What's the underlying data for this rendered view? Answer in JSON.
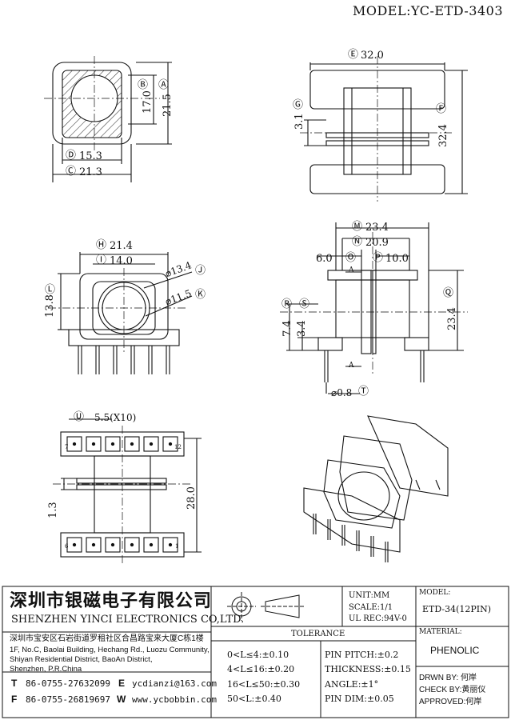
{
  "header": {
    "model_label": "MODEL:YC-ETD-3403"
  },
  "views": {
    "top_left": {
      "dims": [
        {
          "tag": "B",
          "value": "17.0"
        },
        {
          "tag": "A",
          "value": "21.5"
        },
        {
          "tag": "D",
          "value": "15.3"
        },
        {
          "tag": "C",
          "value": "21.3"
        }
      ]
    },
    "top_right": {
      "dims": [
        {
          "tag": "E",
          "value": "32.0"
        },
        {
          "tag": "G",
          "value": "3.1"
        },
        {
          "tag": "F",
          "value": "32.4"
        }
      ]
    },
    "mid_left": {
      "dims": [
        {
          "tag": "H",
          "value": "21.4"
        },
        {
          "tag": "I",
          "value": "14.0"
        },
        {
          "tag": "J",
          "value": "⌀13.4"
        },
        {
          "tag": "K",
          "value": "⌀11.5"
        },
        {
          "tag": "L",
          "value": "13.8"
        }
      ]
    },
    "mid_right": {
      "dims": [
        {
          "tag": "M",
          "value": "23.4"
        },
        {
          "tag": "N",
          "value": "20.9"
        },
        {
          "tag": "O",
          "value": "6.0"
        },
        {
          "tag": "P",
          "value": "10.0"
        },
        {
          "tag": "R",
          "value": "7.4"
        },
        {
          "tag": "S",
          "value": "3.4"
        },
        {
          "tag": "Q",
          "value": "23.4"
        },
        {
          "tag": "T",
          "value": "⌀0.8"
        }
      ],
      "section_mark": "A"
    },
    "bottom_left": {
      "pitch": {
        "tag": "U",
        "value": "5.5(X10)"
      },
      "dims": [
        {
          "value": "28.0"
        },
        {
          "value": "1.3"
        }
      ],
      "pin_numbers": [
        "7",
        "12",
        "6",
        "1"
      ]
    }
  },
  "title_block": {
    "company_cn": "深圳市银磁电子有限公司",
    "company_en": "SHENZHEN YINCI ELECTRONICS CO,LTD.",
    "address_cn": "深圳市宝安区石岩街道罗租社区合昌路宝来大厦C栋1楼",
    "address_en": [
      "1F, No.C, Baolai Building, Hechang Rd., Luozu Community,",
      "Shiyan Residential District, BaoAn District,",
      "Shenzhen, P.R.China"
    ],
    "contacts": [
      {
        "key": "T",
        "value": "86-0755-27632099"
      },
      {
        "key": "E",
        "value": "ycdianzi@163.com"
      },
      {
        "key": "F",
        "value": "86-0755-26819697"
      },
      {
        "key": "W",
        "value": "www.ycbobbin.com"
      }
    ],
    "unit": "UNIT:MM",
    "scale": "SCALE:1/1",
    "ul": "UL REC:94V-0",
    "tolerance_title": "TOLERANCE",
    "tolerances_left": [
      "0<L≤4:±0.10",
      "4<L≤16:±0.20",
      "16<L≤50:±0.30",
      "50<L:±0.40"
    ],
    "tolerances_right": [
      "PIN PITCH:±0.2",
      "THICKNESS:±0.15",
      "ANGLE:±1°",
      "PIN DIM:±0.05"
    ],
    "model_label": "MODEL:",
    "model_value": "ETD-34(12PIN)",
    "material_label": "MATERIAL:",
    "material_value": "PHENOLIC",
    "drawn_by": "DRWN BY: 何岸",
    "check_by": "CHECK BY:黄丽仪",
    "approved": "APPROVED:何岸"
  }
}
